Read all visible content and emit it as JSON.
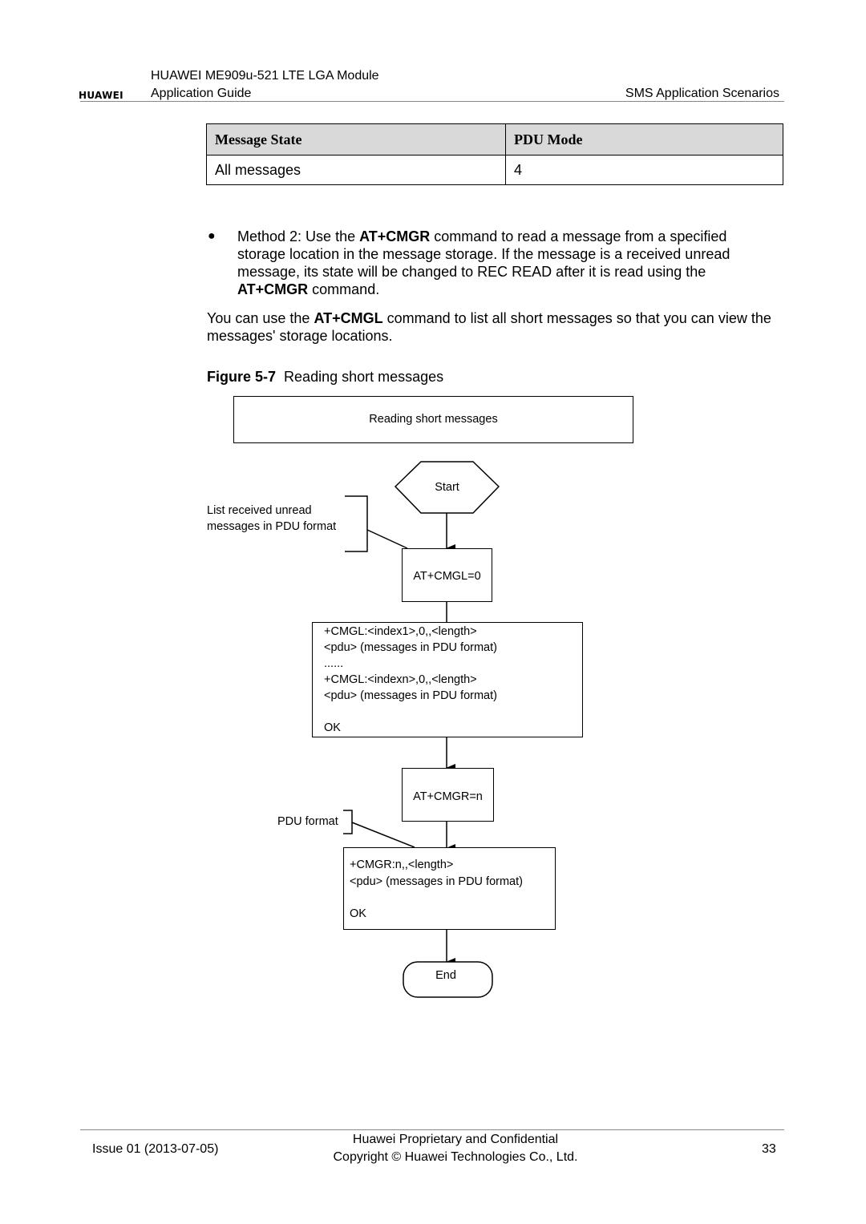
{
  "header": {
    "product": "HUAWEI ME909u-521 LTE LGA Module",
    "doc_type": "Application Guide",
    "section": "SMS Application Scenarios",
    "logo_text": "HUAWEI"
  },
  "table": {
    "columns": [
      "Message State",
      "PDU Mode"
    ],
    "rows": [
      [
        "All messages",
        "4"
      ]
    ]
  },
  "body": {
    "bullet_prefix": "Method 2: Use the ",
    "bullet_cmd": "AT+CMGR",
    "bullet_rest": " command to read a message from a specified storage location in the message storage. If the message is a received unread message, its state will be changed to REC READ after it is read using the ",
    "bullet_cmd2": "AT+CMGR",
    "bullet_end": " command.",
    "para_prefix": "You can use the ",
    "para_cmd": "AT+CMGL",
    "para_rest": " command to list all short messages so that you can view the messages' storage locations."
  },
  "figure": {
    "label": "Figure 5-7",
    "caption": "Reading short messages",
    "title_box": "Reading short messages",
    "start": "Start",
    "note1_line1": "List received unread",
    "note1_line2": "messages in PDU format",
    "cmd1": "AT+CMGL=0",
    "resp1": [
      "+CMGL:<index1>,0,,<length>",
      "<pdu> (messages in PDU format)",
      "......",
      "+CMGL:<indexn>,0,,<length>",
      "<pdu> (messages in PDU format)"
    ],
    "resp1_ok": "OK",
    "cmd2": "AT+CMGR=n",
    "note2": "PDU format",
    "resp2": [
      "+CMGR:n,,<length>",
      "<pdu> (messages in PDU format)"
    ],
    "resp2_ok": "OK",
    "end": "End"
  },
  "footer": {
    "issue": "Issue 01 (2013-07-05)",
    "line1": "Huawei Proprietary and Confidential",
    "line2": "Copyright © Huawei Technologies Co., Ltd.",
    "page": "33"
  }
}
